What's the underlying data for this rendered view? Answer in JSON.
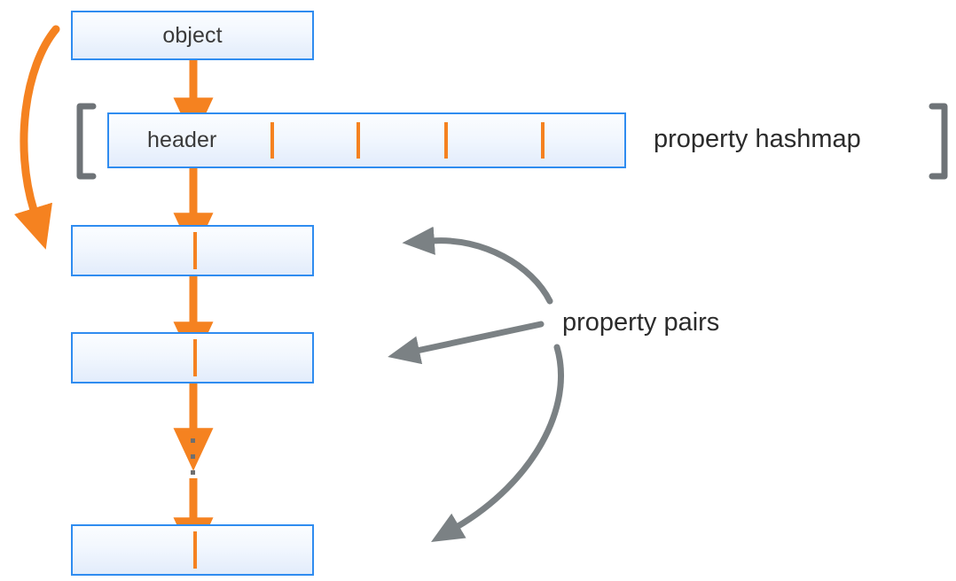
{
  "diagram": {
    "title": "object property hashmap layout",
    "colors": {
      "box_border": "#2f8cf0",
      "box_fill_top": "#fbfdff",
      "box_fill_bottom": "#e2ecfb",
      "orange": "#f58220",
      "gray_arrow": "#7b8184",
      "bracket": "#6e7377",
      "text": "#2b2b2b"
    },
    "boxes": [
      {
        "id": "object",
        "label": "object"
      },
      {
        "id": "header",
        "label": "header"
      },
      {
        "id": "pair-1",
        "label": ""
      },
      {
        "id": "pair-2",
        "label": ""
      },
      {
        "id": "pair-3",
        "label": ""
      }
    ],
    "labels": {
      "object": "object",
      "header": "header",
      "property_hashmap": "property hashmap",
      "property_pairs": "property pairs"
    },
    "header_slots": 4,
    "ellipsis_dots": 3
  }
}
